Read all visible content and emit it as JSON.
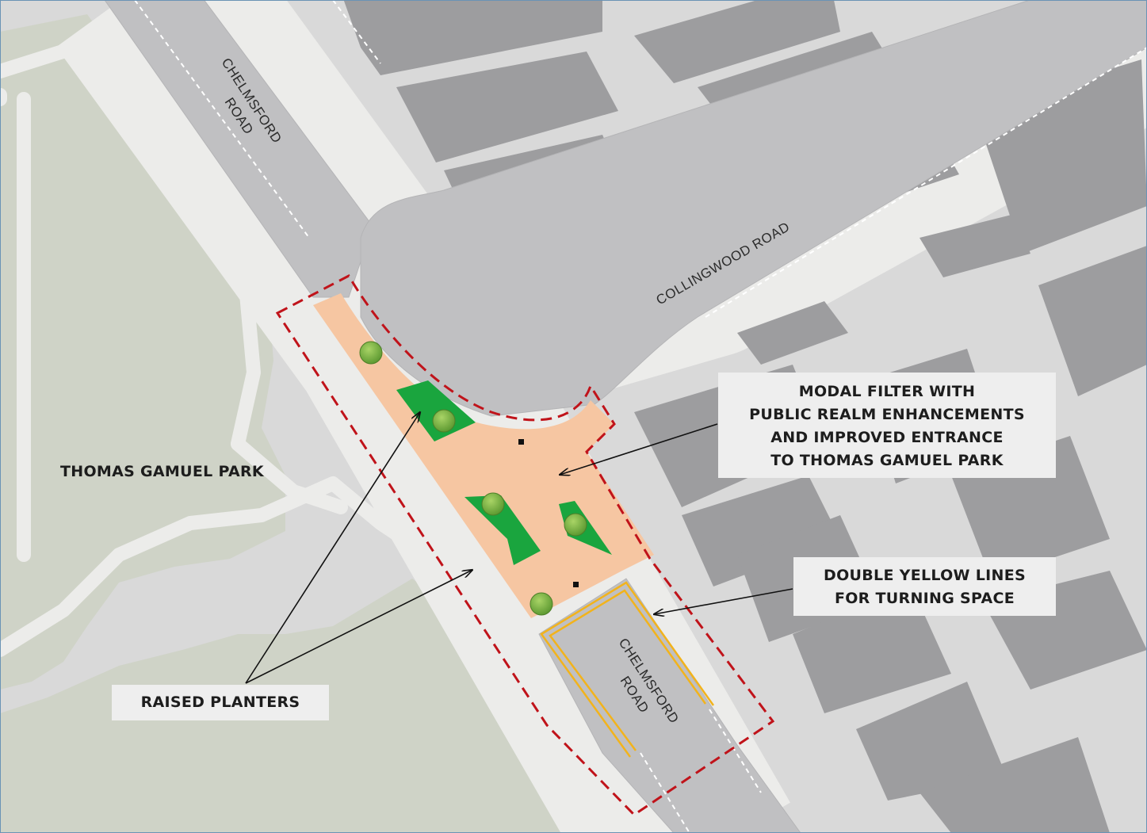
{
  "map": {
    "colors": {
      "background": "#d9d9d9",
      "park": "#cfd3c7",
      "footway": "#ececea",
      "road": "#c0c0c2",
      "building": "#9d9d9f",
      "plaza": "#f6c6a2",
      "planter": "#1aa53e",
      "tree": "#8fbf4a",
      "boundary": "#c0131a",
      "yellow_lines": "#f2b31c",
      "frame": "#6a93b5"
    },
    "road_labels": {
      "chelmsford_north": [
        "CHELMSFORD",
        "ROAD"
      ],
      "chelmsford_south": [
        "CHELMSFORD",
        "ROAD"
      ],
      "collingwood": "COLLINGWOOD ROAD"
    },
    "park_label": "THOMAS GAMUEL PARK",
    "callouts": {
      "modal_filter": [
        "MODAL FILTER WITH",
        "PUBLIC REALM ENHANCEMENTS",
        "AND IMPROVED ENTRANCE",
        "TO THOMAS GAMUEL PARK"
      ],
      "double_yellow": [
        "DOUBLE YELLOW LINES",
        "FOR TURNING SPACE"
      ],
      "raised_planters": "RAISED PLANTERS"
    }
  }
}
